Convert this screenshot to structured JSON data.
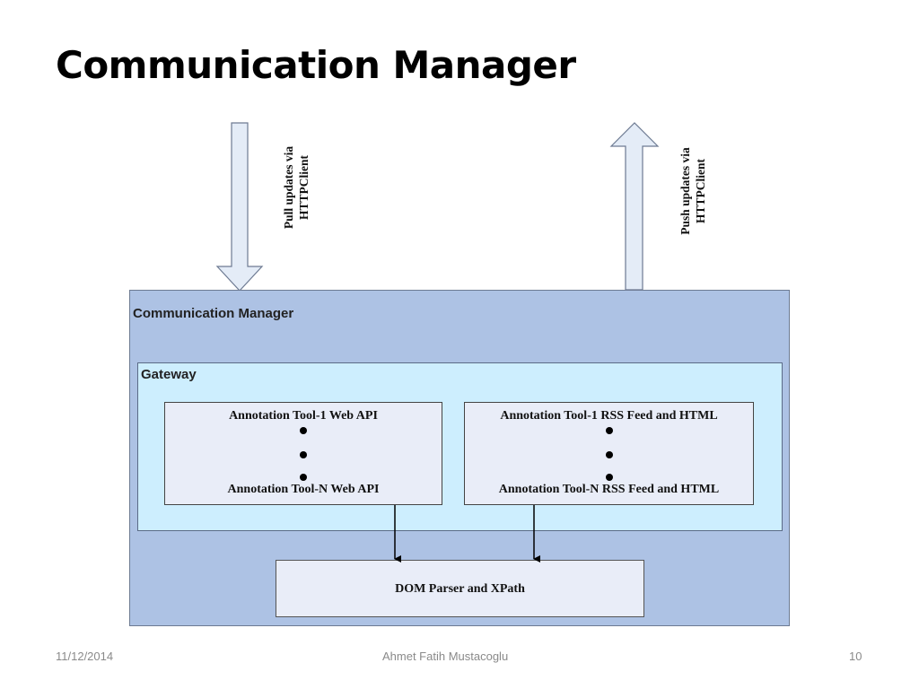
{
  "slide": {
    "title": "Communication Manager"
  },
  "diagram": {
    "pull_label_line1": "Pull updates via",
    "pull_label_line2": "HTTPClient",
    "push_label_line1": "Push updates via",
    "push_label_line2": "HTTPClient",
    "communication_manager_label": "Communication Manager",
    "gateway_label": "Gateway",
    "web_api_box": {
      "top": "Annotation Tool-1 Web API",
      "bottom": "Annotation Tool-N Web API"
    },
    "rss_box": {
      "top": "Annotation Tool-1 RSS Feed and HTML",
      "bottom": "Annotation Tool-N RSS Feed and HTML"
    },
    "dom_parser_label": "DOM Parser and XPath"
  },
  "footer": {
    "date": "11/12/2014",
    "author": "Ahmet Fatih Mustacoglu",
    "page": "10"
  },
  "colors": {
    "communication_manager_fill": "#adc2e4",
    "gateway_fill": "#cdeefe",
    "inner_box_fill": "#e9edf8",
    "arrow_fill": "#e4ecf7",
    "footer_text": "#8a8a8a"
  }
}
